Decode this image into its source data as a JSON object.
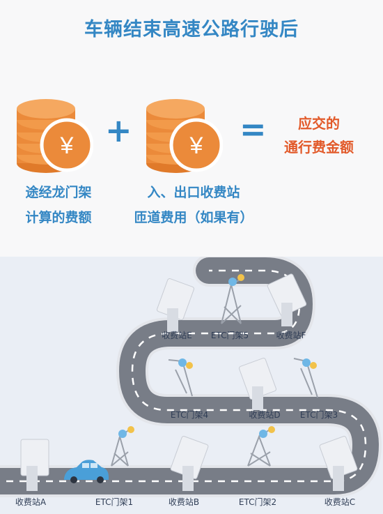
{
  "title": "车辆结束高速公路行驶后",
  "formula": {
    "plus": "+",
    "equals": "=",
    "yen": "¥",
    "part1": [
      "途经龙门架",
      "计算的费额"
    ],
    "part2": [
      "入、出口收费站",
      "匝道费用（如果有）"
    ],
    "result": [
      "应交的",
      "通行费金额"
    ]
  },
  "map_labels": {
    "station_a": "收费站A",
    "gantry_1": "ETC门架1",
    "station_b": "收费站B",
    "gantry_2": "ETC门架2",
    "station_c": "收费站C",
    "gantry_4": "ETC门架4",
    "station_d": "收费站D",
    "gantry_3": "ETC门架3",
    "station_e": "收费站E",
    "gantry_5": "ETC门架5",
    "station_f": "收费站F"
  },
  "colors": {
    "accent_blue": "#3487c4",
    "accent_orange": "#e25a2a",
    "coin": "#eb8a3a",
    "road": "#787d87",
    "car": "#4a9fd8"
  }
}
